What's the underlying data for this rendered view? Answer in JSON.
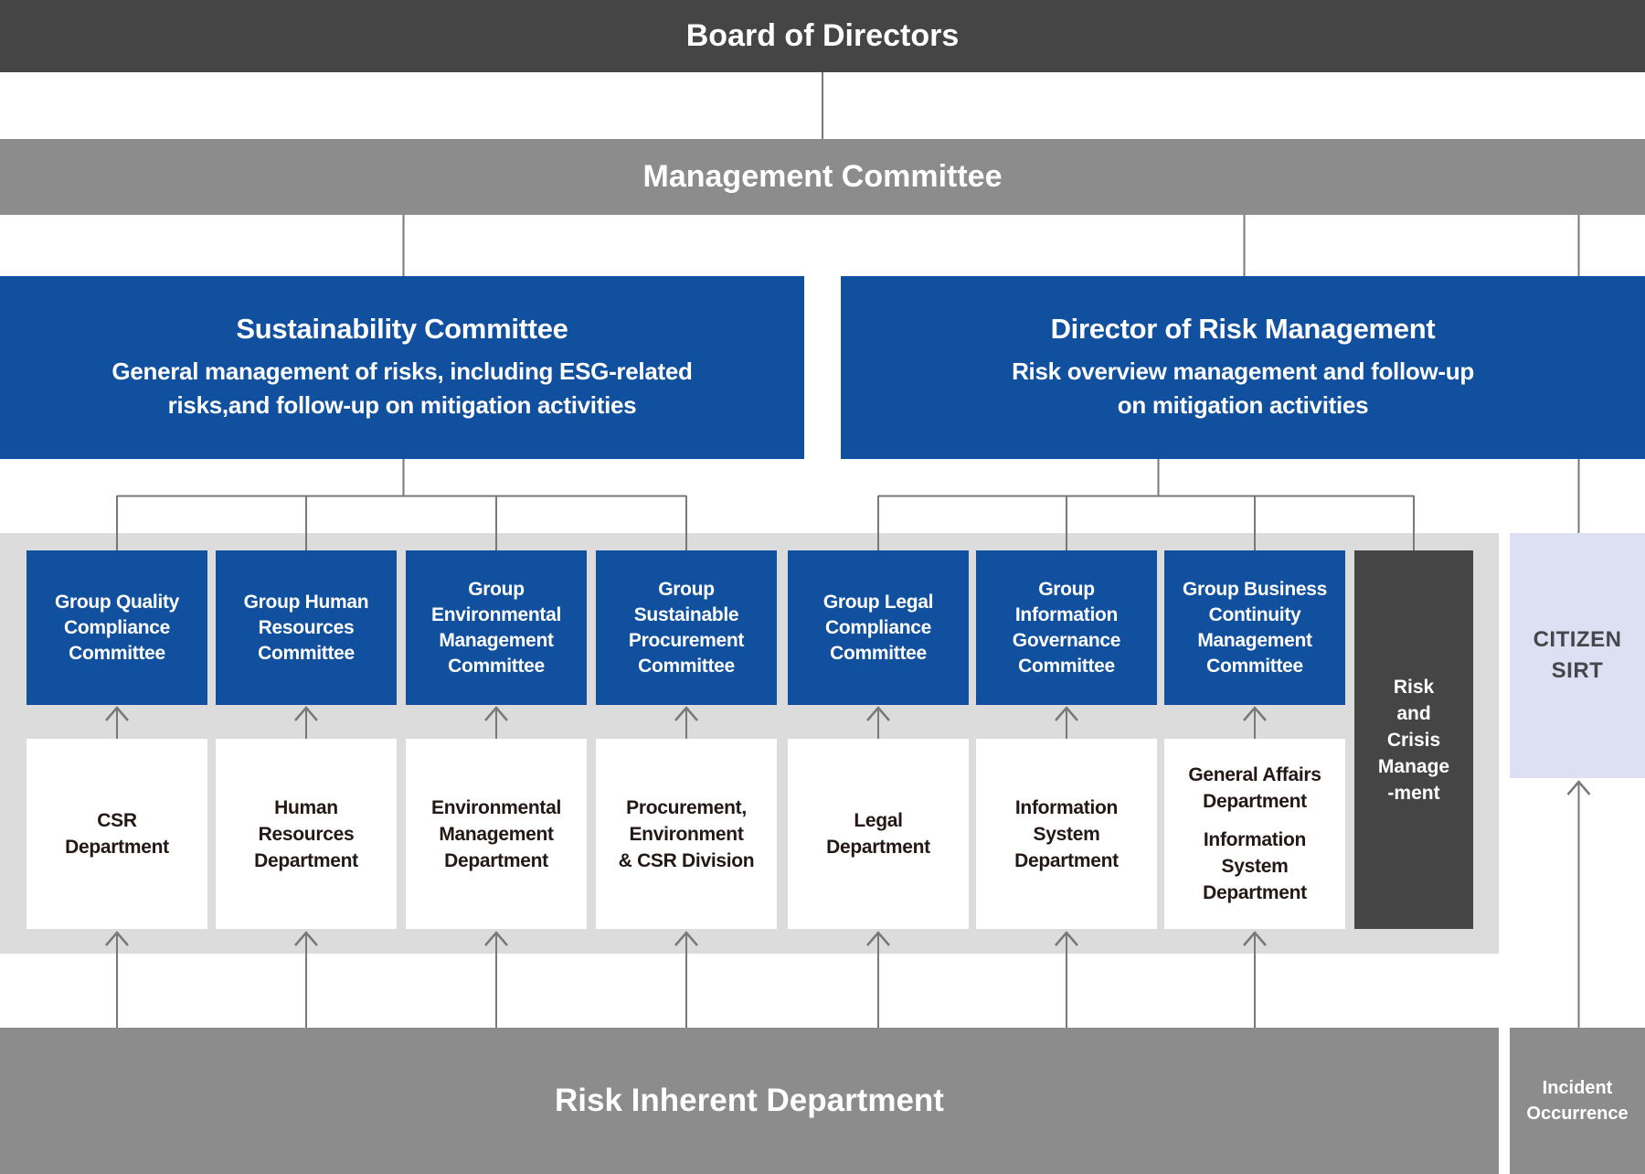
{
  "colors": {
    "dark_bar": "#454545",
    "mid_gray": "#8c8c8c",
    "blue": "#10509e",
    "panel_gray": "#dcdcdc",
    "citizen_lavender": "#dce0f2",
    "line_gray": "#787878",
    "dept_text": "#231815"
  },
  "board": {
    "label": "Board of Directors"
  },
  "management": {
    "label": "Management Committee"
  },
  "sustainability": {
    "title": "Sustainability Committee",
    "subtitle": "General management of risks, including ESG-related\nrisks,and follow-up on mitigation activities"
  },
  "risk_director": {
    "title": "Director of Risk Management",
    "subtitle": "Risk overview management and follow-up\non mitigation activities"
  },
  "committees": [
    "Group Quality\nCompliance\nCommittee",
    "Group Human\nResources\nCommittee",
    "Group\nEnvironmental\nManagement\nCommittee",
    "Group\nSustainable\nProcurement\nCommittee",
    "Group Legal\nCompliance\nCommittee",
    "Group\nInformation\nGovernance\nCommittee",
    "Group Business\nContinuity\nManagement\nCommittee"
  ],
  "departments": [
    [
      "CSR\nDepartment"
    ],
    [
      "Human\nResources\nDepartment"
    ],
    [
      "Environmental\nManagement\nDepartment"
    ],
    [
      "Procurement,\nEnvironment\n& CSR Division"
    ],
    [
      "Legal\nDepartment"
    ],
    [
      "Information\nSystem\nDepartment"
    ],
    [
      "General Affairs\nDepartment",
      "Information\nSystem\nDepartment"
    ]
  ],
  "risk_crisis": {
    "label": "Risk\nand\nCrisis\nManage\n-ment"
  },
  "citizen_sirt": {
    "label": "CITIZEN\nSIRT"
  },
  "risk_inherent": {
    "label": "Risk Inherent Department"
  },
  "incident": {
    "label": "Incident\nOccurrence"
  }
}
